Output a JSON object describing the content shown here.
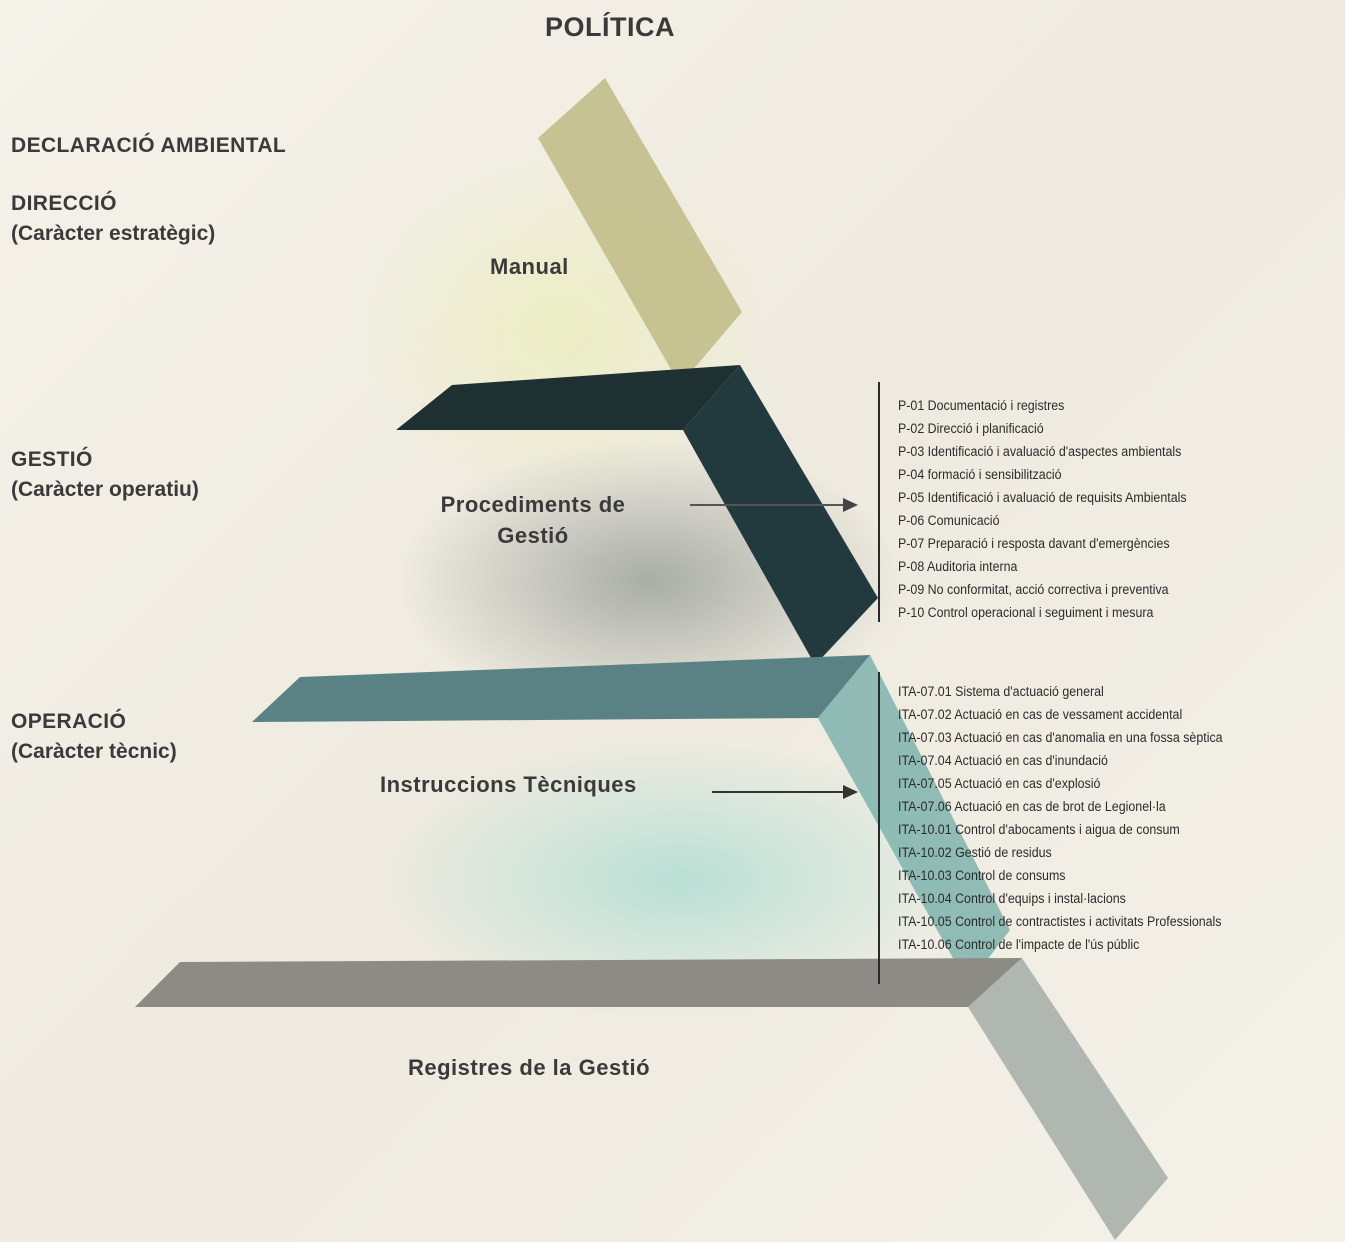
{
  "title": "POLÍTICA",
  "left": {
    "declaracio": "DECLARACIÓ AMBIENTAL",
    "direccio": "DIRECCIÓ",
    "direccio_sub": "(Caràcter estratègic)",
    "gestio": "GESTIÓ",
    "gestio_sub": "(Caràcter operatiu)",
    "operacio": "OPERACIÓ",
    "operacio_sub": "(Caràcter tècnic)"
  },
  "levels": {
    "manual": "Manual",
    "procediments_1": "Procediments de",
    "procediments_2": "Gestió",
    "instruccions": "Instruccions Tècniques",
    "registres": "Registres de la Gestió"
  },
  "procediments": [
    "P-01 Documentació i registres",
    "P-02 Direcció i planificació",
    "P-03 Identificació i avaluació d'aspectes  ambientals",
    "P-04 formació i sensibilització",
    "P-05 Identificació i avaluació de requisits Ambientals",
    "P-06 Comunicació",
    "P-07 Preparació i resposta davant d'emergències",
    "P-08 Auditoria interna",
    "P-09 No conformitat, acció correctiva i preventiva",
    "P-10 Control operacional i seguiment i mesura"
  ],
  "instruccions": [
    "ITA-07.01 Sistema d'actuació general",
    "ITA-07.02 Actuació en cas de vessament accidental",
    "ITA-07.03 Actuació en cas d'anomalia en una fossa sèptica",
    "ITA-07.04  Actuació en cas d'inundació",
    "ITA-07.05 Actuació en cas d'explosió",
    "ITA-07.06 Actuació en cas de brot de Legionel·la",
    "ITA-10.01 Control d'abocaments i aigua de consum",
    "ITA-10.02 Gestió de residus",
    "ITA-10.03 Control de consums",
    "ITA-10.04  Control d'equips i instal·lacions",
    "ITA-10.05 Control de contractistes i activitats  Professionals",
    "ITA-10.06 Control de l'impacte de l'ús públic"
  ],
  "colors": {
    "manual": "#c3c08e",
    "procediments": "#1f3336",
    "instruccions": "#5f8a8c",
    "registres": "#8e8c86"
  }
}
